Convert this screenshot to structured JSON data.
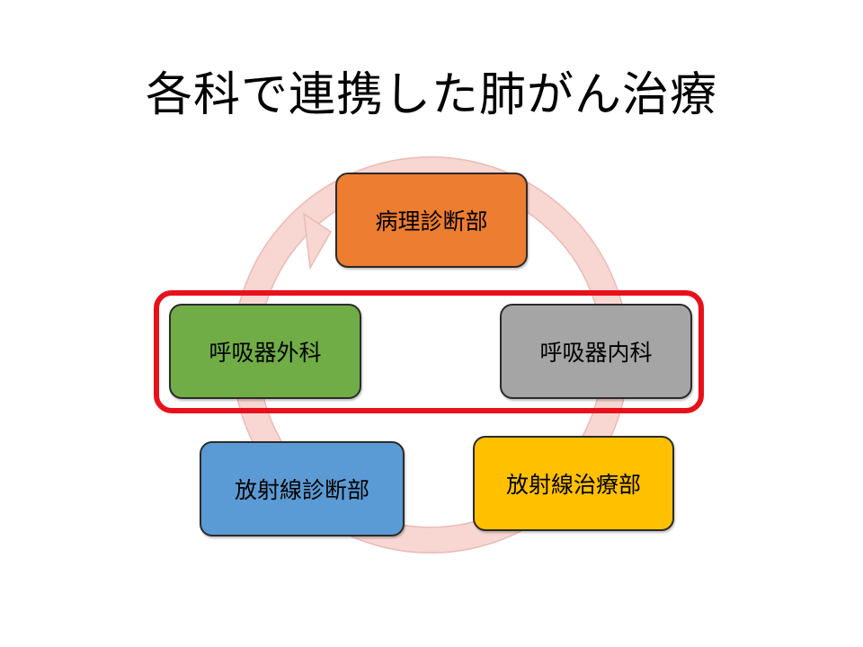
{
  "slide": {
    "title": "各科で連携した肺がん治療"
  },
  "diagram": {
    "highlight_color": "#e8111b",
    "ring_color": "#f8d7d2",
    "ring_outline_color": "#ebbab3",
    "nodes": [
      {
        "id": "pathology",
        "label": "病理診断部",
        "color": "#ed7d31"
      },
      {
        "id": "pulmonary-medicine",
        "label": "呼吸器内科",
        "color": "#a5a5a5"
      },
      {
        "id": "radiation-therapy",
        "label": "放射線治療部",
        "color": "#ffc000"
      },
      {
        "id": "radiology",
        "label": "放射線診断部",
        "color": "#5b9bd5"
      },
      {
        "id": "thoracic-surgery",
        "label": "呼吸器外科",
        "color": "#70ad47"
      }
    ],
    "highlighted_nodes": [
      "thoracic-surgery",
      "pulmonary-medicine"
    ]
  }
}
